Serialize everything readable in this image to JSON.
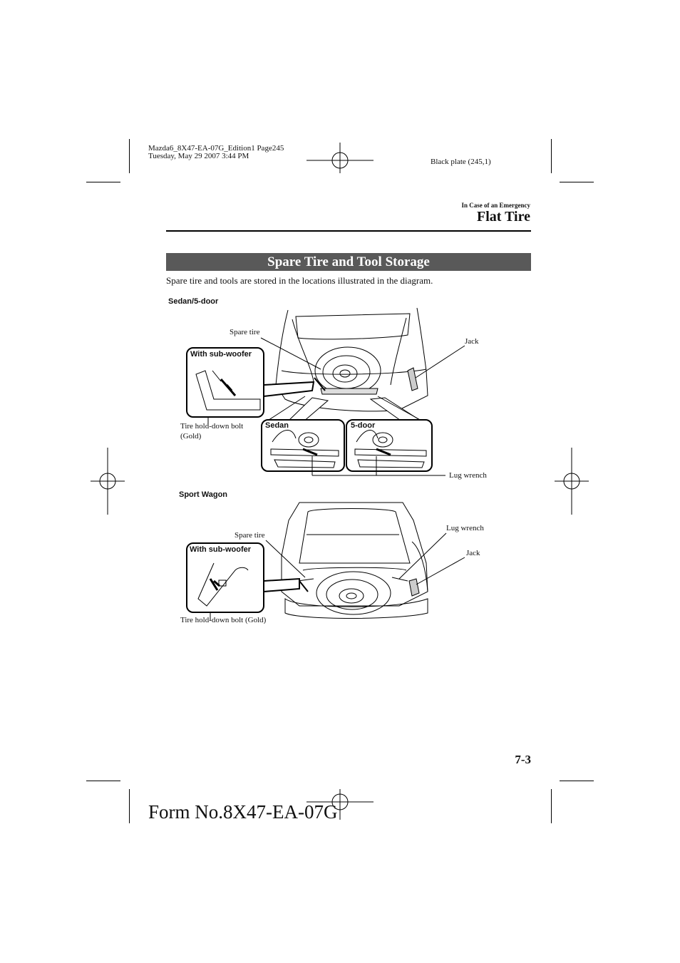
{
  "print_header": {
    "file_line": "Mazda6_8X47-EA-07G_Edition1 Page245",
    "date_line": "Tuesday, May 29 2007 3:44 PM",
    "plate": "Black plate (245,1)"
  },
  "running_header": {
    "chapter": "In Case of an Emergency",
    "title": "Flat Tire"
  },
  "section": {
    "title": "Spare Tire and Tool Storage",
    "intro": "Spare tire and tools are stored in the locations illustrated in the diagram."
  },
  "figure_sedan": {
    "heading": "Sedan/5-door",
    "spare_tire": "Spare tire",
    "jack": "Jack",
    "inset_subwoofer": "With sub-woofer",
    "bolt_line1": "Tire hold-down bolt",
    "bolt_line2": "(Gold)",
    "inset_sedan": "Sedan",
    "inset_5door": "5-door",
    "lug_wrench": "Lug wrench"
  },
  "figure_wagon": {
    "heading": "Sport Wagon",
    "spare_tire": "Spare tire",
    "lug_wrench": "Lug wrench",
    "jack": "Jack",
    "inset_subwoofer": "With sub-woofer",
    "bolt": "Tire hold-down bolt (Gold)"
  },
  "page_number": "7-3",
  "form_number": "Form No.8X47-EA-07G"
}
